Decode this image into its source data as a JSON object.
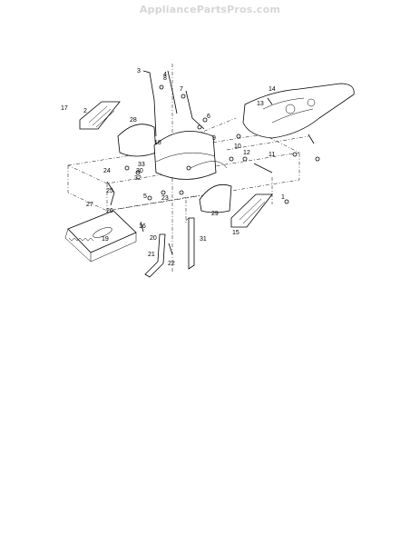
{
  "watermark": "AppliancePartsPros.com",
  "callouts": [
    "1",
    "2",
    "3",
    "4",
    "5",
    "6",
    "7",
    "8",
    "9",
    "10",
    "11",
    "12",
    "13",
    "14",
    "15",
    "16",
    "17",
    "18",
    "19",
    "20",
    "21",
    "22",
    "23",
    "24",
    "25",
    "26",
    "27",
    "28",
    "29",
    "30",
    "31",
    "32",
    "33"
  ]
}
